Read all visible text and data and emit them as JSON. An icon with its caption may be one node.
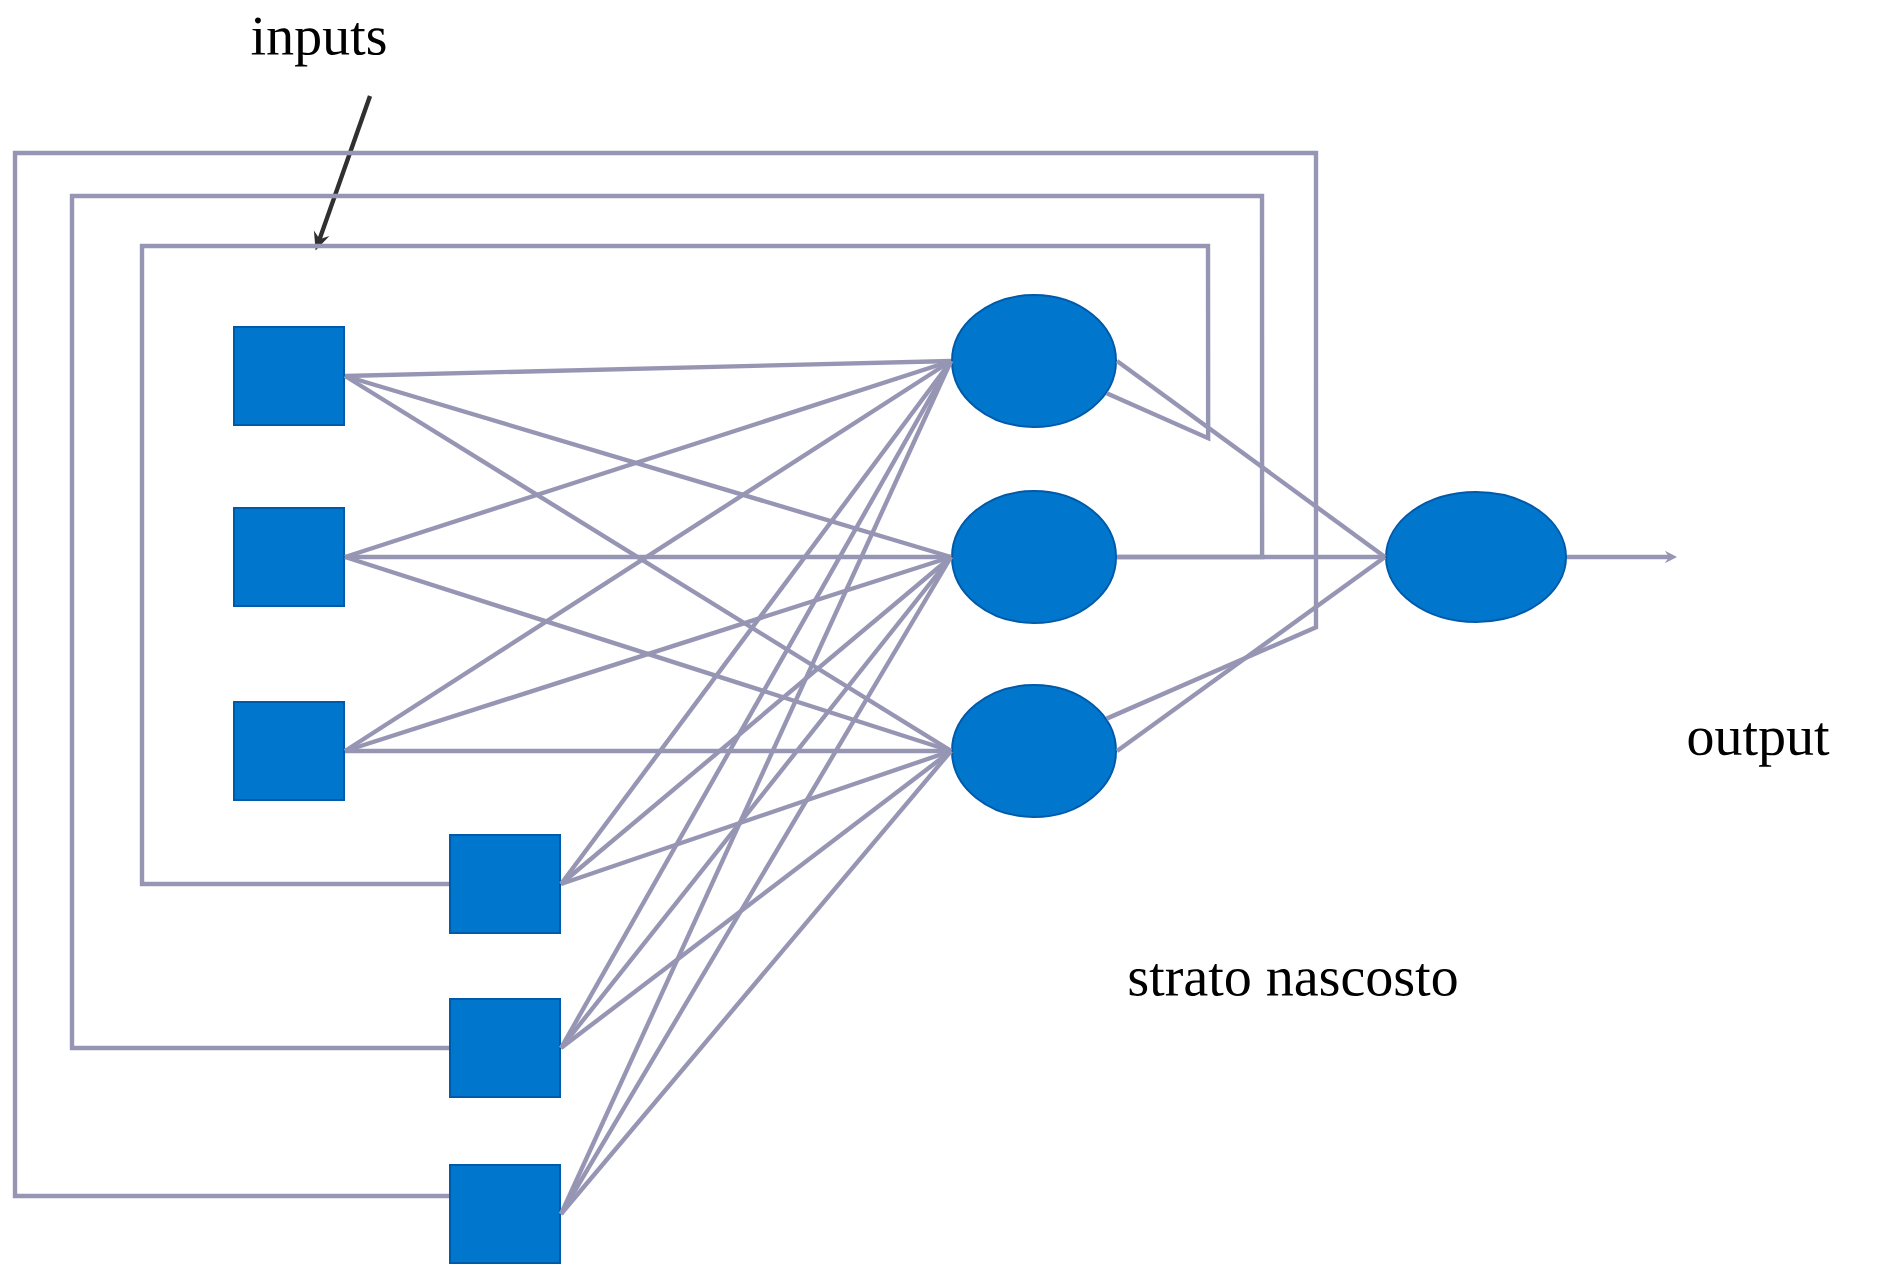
{
  "diagram": {
    "nodes": [
      {
        "text": [
          "inputs"
        ]
      },
      {
        "text": [],
        "shape": "box"
      },
      {
        "text": [],
        "shape": "box"
      },
      {
        "text": [],
        "shape": "box"
      },
      {
        "text": [],
        "shape": "box"
      },
      {
        "text": [],
        "shape": "box"
      },
      {
        "text": [],
        "shape": "box"
      },
      {
        "text": [],
        "shape": "circle"
      },
      {
        "text": [],
        "shape": "circle"
      },
      {
        "text": [],
        "shape": "circle"
      },
      {
        "text": [],
        "shape": "circle"
      }
    ],
    "edges": [
      {
        "from": 0,
        "to": 1,
        "arrow": "to",
        "color": "#303030"
      },
      {
        "from": 1,
        "to": 7,
        "arrow": "none"
      },
      {
        "from": 1,
        "to": 8,
        "arrow": "none"
      },
      {
        "from": 1,
        "to": 9,
        "arrow": "none"
      },
      {
        "from": 2,
        "to": 7,
        "arrow": "none"
      },
      {
        "from": 2,
        "to": 8,
        "arrow": "none"
      },
      {
        "from": 2,
        "to": 9,
        "arrow": "none"
      },
      {
        "from": 3,
        "to": 7,
        "arrow": "none"
      },
      {
        "from": 3,
        "to": 8,
        "arrow": "none"
      },
      {
        "from": 3,
        "to": 9,
        "arrow": "none"
      },
      {
        "from": 4,
        "to": 7,
        "arrow": "none"
      },
      {
        "from": 4,
        "to": 8,
        "arrow": "none"
      },
      {
        "from": 4,
        "to": 9,
        "arrow": "none"
      },
      {
        "from": 5,
        "to": 7,
        "arrow": "none"
      },
      {
        "from": 5,
        "to": 8,
        "arrow": "none"
      },
      {
        "from": 5,
        "to": 9,
        "arrow": "none"
      },
      {
        "from": 6,
        "to": 7,
        "arrow": "none"
      },
      {
        "from": 6,
        "to": 8,
        "arrow": "none"
      },
      {
        "from": 6,
        "to": 9,
        "arrow": "none"
      },
      {
        "from": 7,
        "to": 10,
        "arrow": "none"
      },
      {
        "from": 8,
        "to": 10,
        "arrow": "none"
      },
      {
        "from": 9,
        "to": 10,
        "arrow": "none"
      },
      {
        "from": 7,
        "to": 4,
        "arrow": "none"
      },
      {
        "from": 8,
        "to": 5,
        "arrow": "none"
      },
      {
        "from": 9,
        "to": 6,
        "arrow": "none"
      },
      {
        "from": 10,
        "to": null,
        "arrow": "to"
      }
    ],
    "labels": [
      "output",
      "strato nascosto"
    ]
  }
}
